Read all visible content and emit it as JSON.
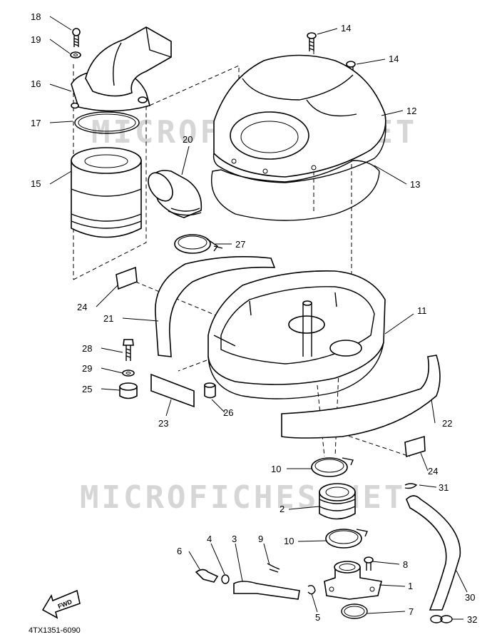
{
  "diagram": {
    "watermark": "MICROFICHES.NET",
    "diagram_code": "4TX1351-6090",
    "fwd_label": "FWD",
    "callouts": [
      {
        "id": "c18",
        "text": "18"
      },
      {
        "id": "c19",
        "text": "19"
      },
      {
        "id": "c16",
        "text": "16"
      },
      {
        "id": "c17",
        "text": "17"
      },
      {
        "id": "c15",
        "text": "15"
      },
      {
        "id": "c20",
        "text": "20"
      },
      {
        "id": "c14a",
        "text": "14"
      },
      {
        "id": "c14b",
        "text": "14"
      },
      {
        "id": "c12",
        "text": "12"
      },
      {
        "id": "c13",
        "text": "13"
      },
      {
        "id": "c27",
        "text": "27"
      },
      {
        "id": "c24a",
        "text": "24"
      },
      {
        "id": "c21",
        "text": "21"
      },
      {
        "id": "c11",
        "text": "11"
      },
      {
        "id": "c28",
        "text": "28"
      },
      {
        "id": "c29",
        "text": "29"
      },
      {
        "id": "c25",
        "text": "25"
      },
      {
        "id": "c23",
        "text": "23"
      },
      {
        "id": "c26",
        "text": "26"
      },
      {
        "id": "c22",
        "text": "22"
      },
      {
        "id": "c10a",
        "text": "10"
      },
      {
        "id": "c24b",
        "text": "24"
      },
      {
        "id": "c31",
        "text": "31"
      },
      {
        "id": "c2",
        "text": "2"
      },
      {
        "id": "c10b",
        "text": "10"
      },
      {
        "id": "c6",
        "text": "6"
      },
      {
        "id": "c4",
        "text": "4"
      },
      {
        "id": "c3",
        "text": "3"
      },
      {
        "id": "c9",
        "text": "9"
      },
      {
        "id": "c8",
        "text": "8"
      },
      {
        "id": "c1",
        "text": "1"
      },
      {
        "id": "c30",
        "text": "30"
      },
      {
        "id": "c5",
        "text": "5"
      },
      {
        "id": "c7",
        "text": "7"
      },
      {
        "id": "c32",
        "text": "32"
      }
    ]
  }
}
